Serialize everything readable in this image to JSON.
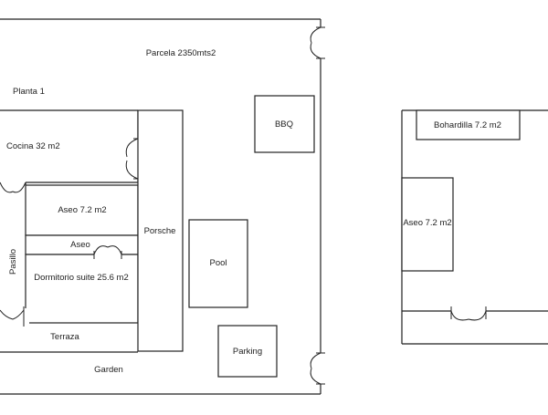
{
  "plan": {
    "parcel_label": "Parcela 2350mts2",
    "floor_label": "Planta 1",
    "rooms": {
      "cocina": "Cocina 32 m2",
      "aseo_main": "Aseo 7.2 m2",
      "aseo_small": "Aseo",
      "dormitorio": "Dormitorio suite 25.6 m2",
      "pasillo": "Pasillo",
      "terraza": "Terraza",
      "porsche": "Porsche",
      "bbq": "BBQ",
      "pool": "Pool",
      "parking": "Parking",
      "garden": "Garden"
    }
  },
  "annex": {
    "bohardilla": "Bohardilla 7.2 m2",
    "aseo": "Aseo 7.2 m2"
  },
  "colors": {
    "stroke": "#222222",
    "background": "#ffffff"
  }
}
